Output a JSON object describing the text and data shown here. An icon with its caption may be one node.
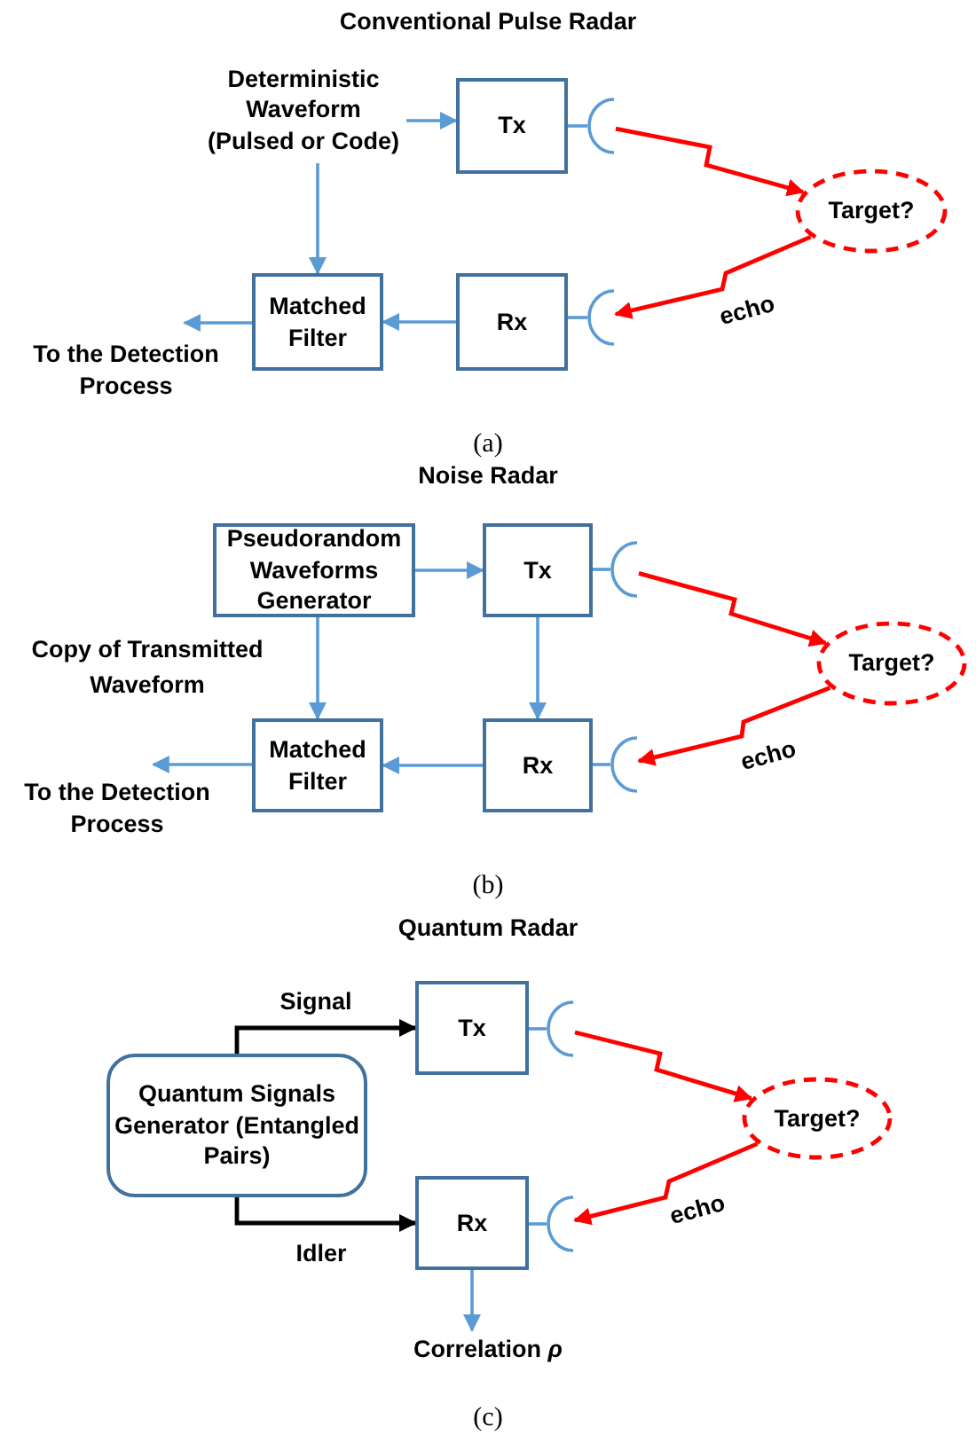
{
  "diagram": {
    "nodes": [
      {
        "text": [
          "Deterministic Waveform (Pulsed or Code)"
        ]
      },
      {
        "text": [
          "Tx"
        ]
      },
      {
        "text": [],
        "shape": "antenna"
      },
      {
        "text": [
          "Target?"
        ]
      },
      {
        "text": [
          "Matched Filter"
        ]
      },
      {
        "text": [
          "Rx"
        ]
      },
      {
        "text": [],
        "shape": "antenna"
      },
      {
        "text": [
          "To the Detection Process"
        ]
      },
      {
        "text": [
          "Pseudorandom Waveforms Generator"
        ]
      },
      {
        "text": [
          "Tx"
        ]
      },
      {
        "text": [],
        "shape": "antenna"
      },
      {
        "text": [
          "Target?"
        ]
      },
      {
        "text": [
          "Matched Filter"
        ]
      },
      {
        "text": [
          "Rx"
        ]
      },
      {
        "text": [],
        "shape": "antenna"
      },
      {
        "text": [
          "To the Detection Process"
        ]
      },
      {
        "text": [
          "Quantum Signals Generator (Entangled Pairs)"
        ]
      },
      {
        "text": [
          "Tx"
        ]
      },
      {
        "text": [],
        "shape": "antenna"
      },
      {
        "text": [
          "Target?"
        ]
      },
      {
        "text": [
          "Rx"
        ]
      },
      {
        "text": [],
        "shape": "antenna"
      },
      {
        "text": [
          "Correlation *ρ*"
        ]
      }
    ],
    "edges": [
      {
        "from": 0,
        "to": 1,
        "arrow": "to"
      },
      {
        "from": 0,
        "to": 4,
        "arrow": "to"
      },
      {
        "from": 1,
        "to": 2,
        "arrow": "none"
      },
      {
        "from": 2,
        "to": 3,
        "arrow": "to",
        "color": "#ff0000"
      },
      {
        "from": 3,
        "to": 6,
        "arrow": "to",
        "color": "#ff0000",
        "label": "echo"
      },
      {
        "from": 5,
        "to": 6,
        "arrow": "none"
      },
      {
        "from": 5,
        "to": 4,
        "arrow": "to"
      },
      {
        "from": 4,
        "to": 7,
        "arrow": "to"
      },
      {
        "from": 8,
        "to": 9,
        "arrow": "to"
      },
      {
        "from": 8,
        "to": 12,
        "arrow": "to",
        "label": "Copy of Transmitted Waveform"
      },
      {
        "from": 9,
        "to": 13,
        "arrow": "to"
      },
      {
        "from": 9,
        "to": 10,
        "arrow": "none"
      },
      {
        "from": 10,
        "to": 11,
        "arrow": "to",
        "color": "#ff0000"
      },
      {
        "from": 11,
        "to": 14,
        "arrow": "to",
        "color": "#ff0000",
        "label": "echo"
      },
      {
        "from": 13,
        "to": 14,
        "arrow": "none"
      },
      {
        "from": 13,
        "to": 12,
        "arrow": "to"
      },
      {
        "from": 12,
        "to": 15,
        "arrow": "to"
      },
      {
        "from": 16,
        "to": 17,
        "arrow": "to",
        "color": "#000000",
        "label": "Signal"
      },
      {
        "from": 16,
        "to": 20,
        "arrow": "to",
        "color": "#000000",
        "label": "Idler"
      },
      {
        "from": 17,
        "to": 18,
        "arrow": "none"
      },
      {
        "from": 18,
        "to": 19,
        "arrow": "to",
        "color": "#ff0000"
      },
      {
        "from": 19,
        "to": 21,
        "arrow": "to",
        "color": "#ff0000",
        "label": "echo"
      },
      {
        "from": 20,
        "to": 21,
        "arrow": "none"
      },
      {
        "from": 20,
        "to": 22,
        "arrow": "to"
      }
    ],
    "labels": [
      "Conventional Pulse Radar",
      "(a)",
      "Noise Radar",
      "(b)",
      "Quantum Radar",
      "(c)"
    ]
  }
}
